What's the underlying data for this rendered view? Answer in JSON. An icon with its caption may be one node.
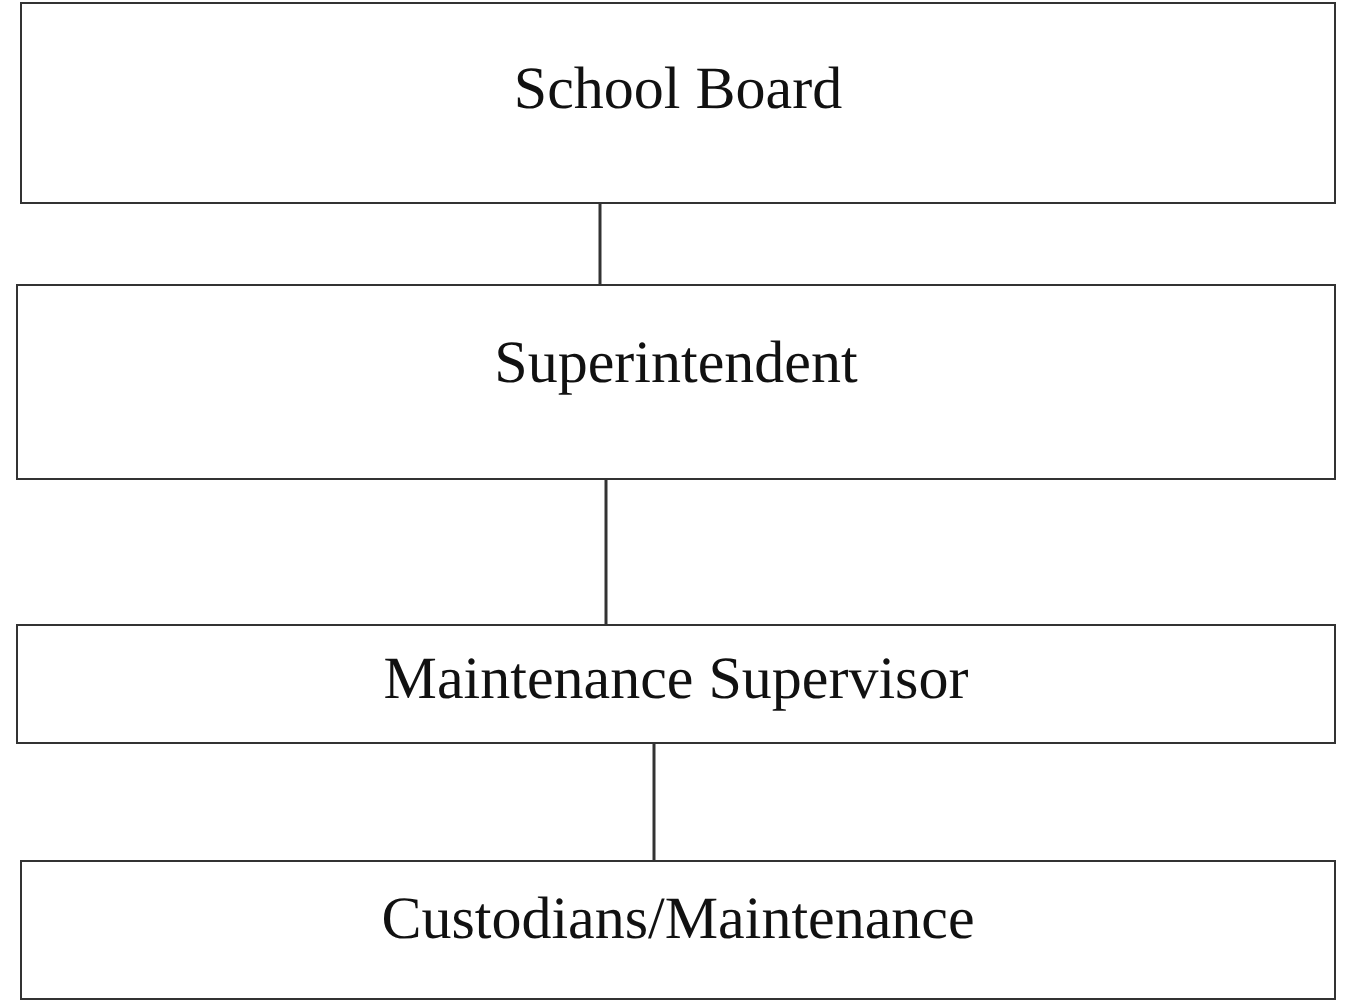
{
  "diagram": {
    "nodes": [
      {
        "text": [
          "School Board"
        ]
      },
      {
        "text": [
          "Superintendent"
        ]
      },
      {
        "text": [
          "Maintenance Supervisor"
        ]
      },
      {
        "text": [
          "Custodians/Maintenance"
        ]
      }
    ],
    "edges": [
      {
        "from": 0,
        "to": 1,
        "arrow": "none"
      },
      {
        "from": 1,
        "to": 2,
        "arrow": "none"
      },
      {
        "from": 2,
        "to": 3,
        "arrow": "none"
      }
    ]
  }
}
